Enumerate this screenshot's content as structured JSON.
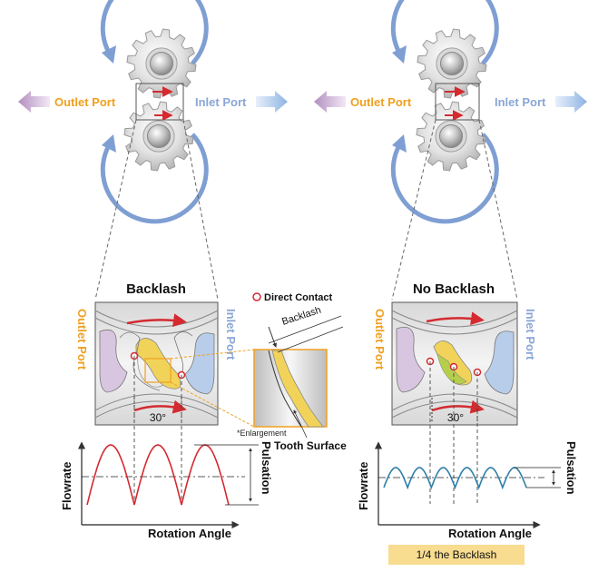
{
  "colors": {
    "outlet": "#f0a020",
    "inlet": "#8aa6d6",
    "ring": "#7f9fd3",
    "red": "#d42a30",
    "blue": "#2f7fa8",
    "highlight": "#f8dc90",
    "yellow": "#f2d35a"
  },
  "top": {
    "left": {
      "outlet_label": "Outlet Port",
      "inlet_label": "Inlet Port"
    },
    "right": {
      "outlet_label": "Outlet Port",
      "inlet_label": "Inlet Port"
    }
  },
  "left_panel": {
    "title": "Backlash",
    "outlet_label": "Outlet Port",
    "inlet_label": "Inlet Port",
    "angle_label": "30°",
    "legend_label": "Direct Contact",
    "backlash_label": "Backlash",
    "enlargement_label": "*Enlargement",
    "tooth_surface_label": "Tooth Surface"
  },
  "right_panel": {
    "title": "No Backlash",
    "outlet_label": "Outlet Port",
    "inlet_label": "Inlet Port",
    "angle_label": "30°"
  },
  "charts": [
    {
      "id": "backlash",
      "type": "line",
      "ylabel": "Flowrate",
      "xlabel": "Rotation Angle",
      "annotation": "Pulsation",
      "peaks_per_cycle": 1,
      "cycles": 3,
      "series": [
        {
          "name": "flowrate",
          "color": "#d42a30"
        }
      ]
    },
    {
      "id": "no_backlash",
      "type": "line",
      "ylabel": "Flowrate",
      "xlabel": "Rotation Angle",
      "annotation": "Pulsation",
      "cycles": 6,
      "series": [
        {
          "name": "flowrate",
          "color": "#2f7fa8"
        }
      ]
    }
  ],
  "result_badge": "1/4 the Backlash"
}
